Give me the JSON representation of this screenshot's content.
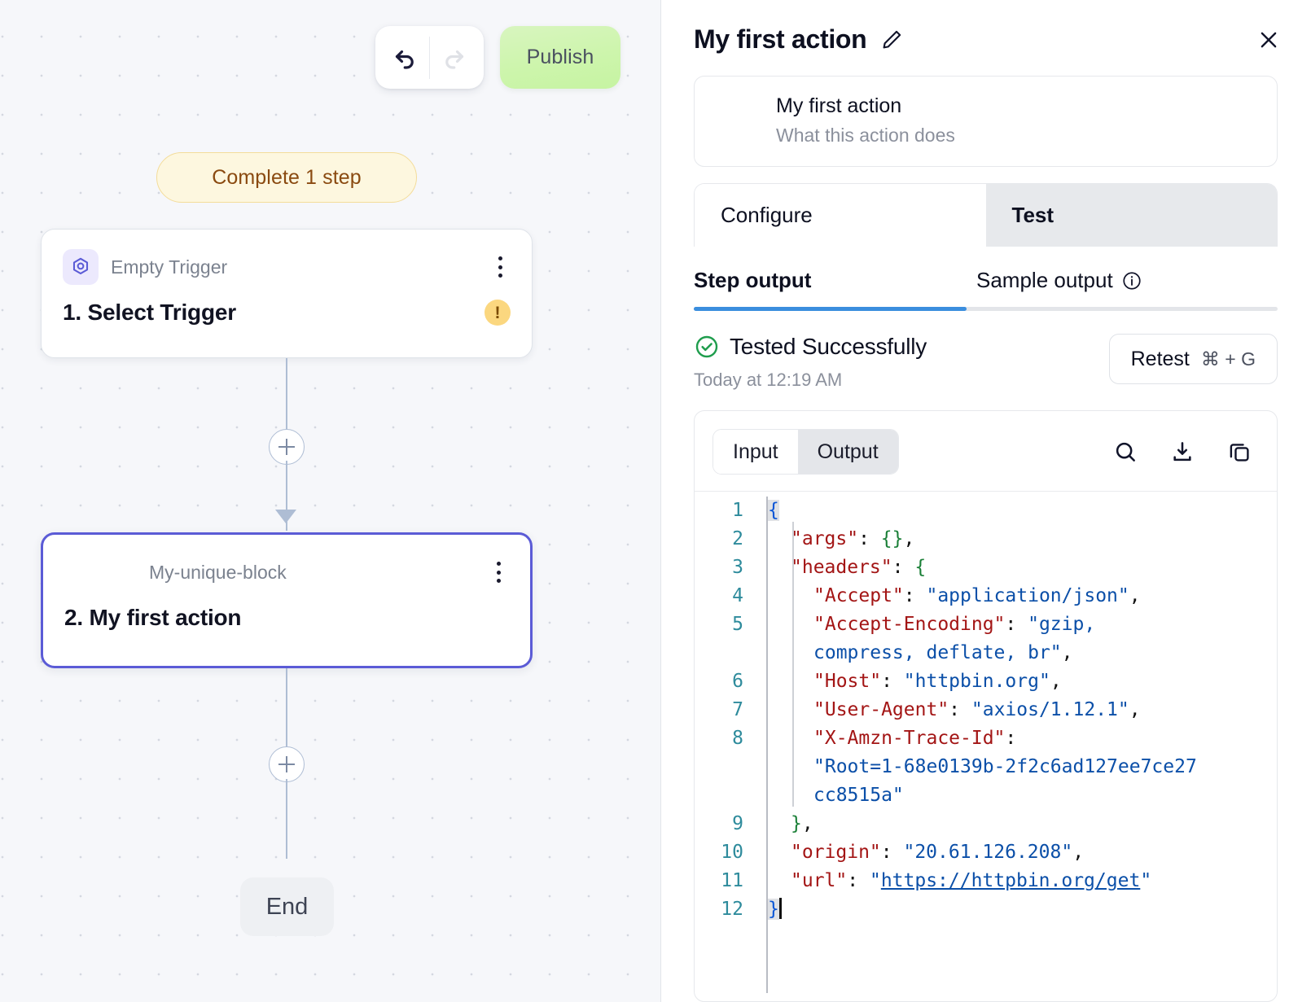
{
  "canvas": {
    "toolbar": {
      "undo_icon": "undo-arrow-icon",
      "redo_icon": "redo-arrow-icon",
      "publish_label": "Publish"
    },
    "badge_label": "Complete 1 step",
    "nodes": [
      {
        "icon": "hexagon-trigger-icon",
        "subtitle": "Empty Trigger",
        "title": "1. Select Trigger",
        "warning": "!",
        "selected": false
      },
      {
        "icon": "none",
        "subtitle": "My-unique-block",
        "title": "2. My first action",
        "warning": "",
        "selected": true
      }
    ],
    "add_button_label": "+",
    "end_label": "End",
    "accent_selected": "#5b5bd6"
  },
  "panel": {
    "title": "My first action",
    "edit_icon": "pencil-icon",
    "close_icon": "close-icon",
    "description_card": {
      "name": "My first action",
      "subtitle": "What this action does"
    },
    "tabs": [
      {
        "label": "Configure",
        "active": false
      },
      {
        "label": "Test",
        "active": true
      }
    ],
    "subtabs": [
      {
        "label": "Step output",
        "selected": true,
        "info_icon": ""
      },
      {
        "label": "Sample output",
        "selected": false,
        "info_icon": "info-circle-icon"
      }
    ],
    "status": {
      "icon": "check-circle-icon",
      "text": "Tested Successfully",
      "timestamp": "Today at 12:19 AM",
      "status_color": "#1f9d4d"
    },
    "retest": {
      "label": "Retest",
      "shortcut": "⌘ + G"
    },
    "code_toolbar": {
      "segments": [
        {
          "label": "Input",
          "on": false
        },
        {
          "label": "Output",
          "on": true
        }
      ],
      "icons": [
        "search-icon",
        "download-icon",
        "copy-icon"
      ]
    },
    "code": {
      "line_numbers": [
        "1",
        "2",
        "3",
        "4",
        "5",
        "",
        "6",
        "7",
        "8",
        "",
        "",
        "9",
        "10",
        "11",
        "12"
      ],
      "lines": [
        {
          "n": "1",
          "indent": 0,
          "tokens": [
            {
              "t": "{",
              "c": "br hl"
            }
          ]
        },
        {
          "n": "2",
          "indent": 1,
          "tokens": [
            {
              "t": "\"args\"",
              "c": "k"
            },
            {
              "t": ": ",
              "c": "pn"
            },
            {
              "t": "{}",
              "c": "brg"
            },
            {
              "t": ",",
              "c": "pn"
            }
          ]
        },
        {
          "n": "3",
          "indent": 1,
          "tokens": [
            {
              "t": "\"headers\"",
              "c": "k"
            },
            {
              "t": ": ",
              "c": "pn"
            },
            {
              "t": "{",
              "c": "brg"
            }
          ]
        },
        {
          "n": "4",
          "indent": 2,
          "tokens": [
            {
              "t": "\"Accept\"",
              "c": "k"
            },
            {
              "t": ": ",
              "c": "pn"
            },
            {
              "t": "\"application/json\"",
              "c": "s"
            },
            {
              "t": ",",
              "c": "pn"
            }
          ]
        },
        {
          "n": "5",
          "indent": 2,
          "tokens": [
            {
              "t": "\"Accept-Encoding\"",
              "c": "k"
            },
            {
              "t": ": ",
              "c": "pn"
            },
            {
              "t": "\"gzip,",
              "c": "s"
            }
          ]
        },
        {
          "n": "",
          "indent": 2,
          "tokens": [
            {
              "t": "compress, deflate, br\"",
              "c": "s"
            },
            {
              "t": ",",
              "c": "pn"
            }
          ]
        },
        {
          "n": "6",
          "indent": 2,
          "tokens": [
            {
              "t": "\"Host\"",
              "c": "k"
            },
            {
              "t": ": ",
              "c": "pn"
            },
            {
              "t": "\"httpbin.org\"",
              "c": "s"
            },
            {
              "t": ",",
              "c": "pn"
            }
          ]
        },
        {
          "n": "7",
          "indent": 2,
          "tokens": [
            {
              "t": "\"User-Agent\"",
              "c": "k"
            },
            {
              "t": ": ",
              "c": "pn"
            },
            {
              "t": "\"axios/1.12.1\"",
              "c": "s"
            },
            {
              "t": ",",
              "c": "pn"
            }
          ]
        },
        {
          "n": "8",
          "indent": 2,
          "tokens": [
            {
              "t": "\"X-Amzn-Trace-Id\"",
              "c": "k"
            },
            {
              "t": ":",
              "c": "pn"
            }
          ]
        },
        {
          "n": "",
          "indent": 2,
          "tokens": [
            {
              "t": "\"Root=1-68e0139b-2f2c6ad127ee7ce27",
              "c": "s"
            }
          ]
        },
        {
          "n": "",
          "indent": 2,
          "tokens": [
            {
              "t": "cc8515a\"",
              "c": "s"
            }
          ]
        },
        {
          "n": "9",
          "indent": 1,
          "tokens": [
            {
              "t": "}",
              "c": "brg"
            },
            {
              "t": ",",
              "c": "pn"
            }
          ]
        },
        {
          "n": "10",
          "indent": 1,
          "tokens": [
            {
              "t": "\"origin\"",
              "c": "k"
            },
            {
              "t": ": ",
              "c": "pn"
            },
            {
              "t": "\"20.61.126.208\"",
              "c": "s"
            },
            {
              "t": ",",
              "c": "pn"
            }
          ]
        },
        {
          "n": "11",
          "indent": 1,
          "tokens": [
            {
              "t": "\"url\"",
              "c": "k"
            },
            {
              "t": ": ",
              "c": "pn"
            },
            {
              "t": "\"",
              "c": "s"
            },
            {
              "t": "https://httpbin.org/get",
              "c": "lnk"
            },
            {
              "t": "\"",
              "c": "s"
            }
          ]
        },
        {
          "n": "12",
          "indent": 0,
          "tokens": [
            {
              "t": "}",
              "c": "br hl"
            },
            {
              "t": "|",
              "c": "caret"
            }
          ]
        }
      ],
      "raw": "{\n  \"args\": {},\n  \"headers\": {\n    \"Accept\": \"application/json\",\n    \"Accept-Encoding\": \"gzip, compress, deflate, br\",\n    \"Host\": \"httpbin.org\",\n    \"User-Agent\": \"axios/1.12.1\",\n    \"X-Amzn-Trace-Id\": \"Root=1-68e0139b-2f2c6ad127ee7ce27cc8515a\"\n  },\n  \"origin\": \"20.61.126.208\",\n  \"url\": \"https://httpbin.org/get\"\n}"
    }
  }
}
